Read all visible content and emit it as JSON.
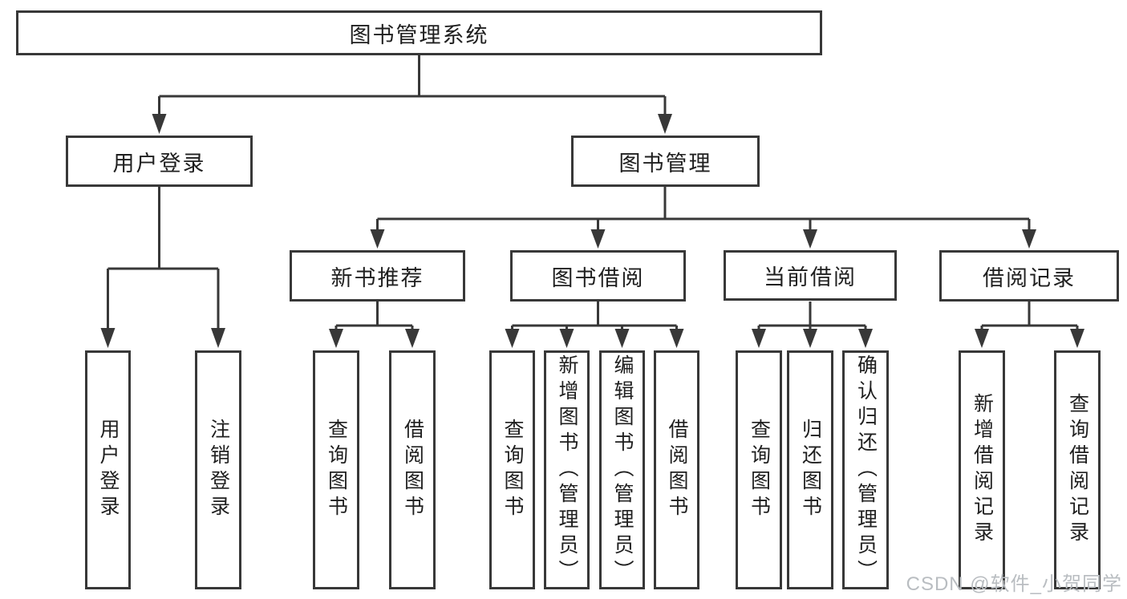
{
  "diagram": {
    "root": "图书管理系统",
    "level2": {
      "user_login": "用户登录",
      "book_mgmt": "图书管理"
    },
    "level3": {
      "new_book": "新书推荐",
      "book_borrow": "图书借阅",
      "current_borrow": "当前借阅",
      "borrow_records": "借阅记录"
    },
    "leaves": {
      "user_login": [
        "用户登录",
        "注销登录"
      ],
      "new_book": [
        "查询图书",
        "借阅图书"
      ],
      "book_borrow": [
        "查询图书",
        "新增图书（管理员）",
        "编辑图书（管理员）",
        "借阅图书"
      ],
      "current_borrow": [
        "查询图书",
        "归还图书",
        "确认归还（管理员）"
      ],
      "borrow_records": [
        "新增借阅记录",
        "查询借阅记录"
      ]
    },
    "colors": {
      "line": "#383838",
      "text": "#1f1f1f",
      "watermark": "#b9bdc1"
    },
    "watermark": "CSDN @软件_小贺同学"
  }
}
